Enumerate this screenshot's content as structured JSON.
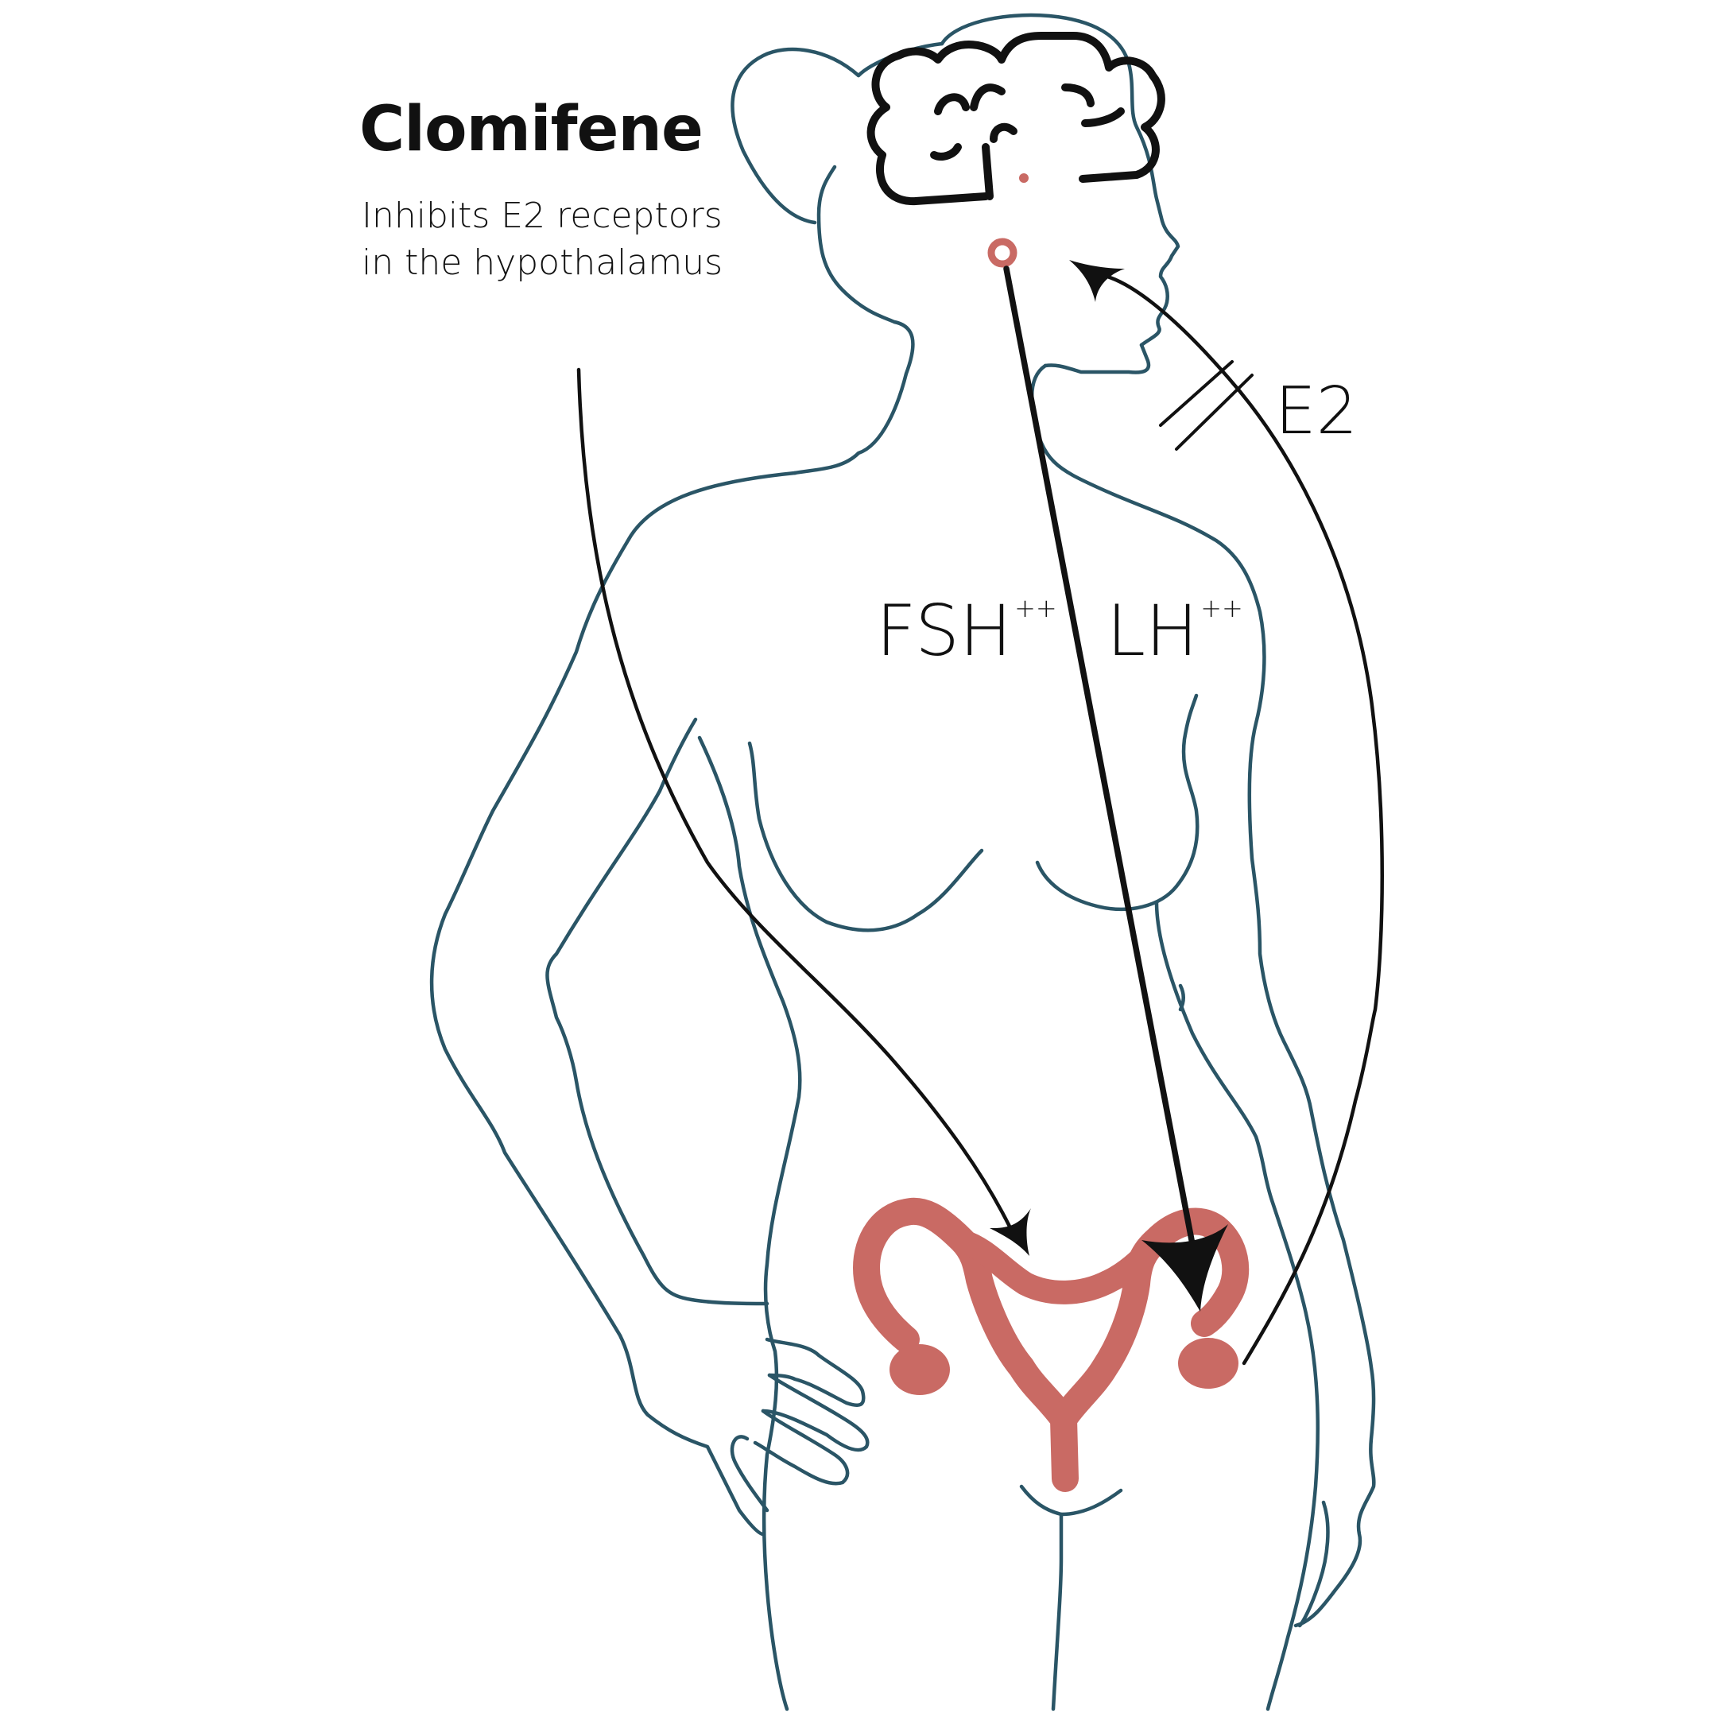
{
  "title": "Clomifene",
  "subtitle_line1": "Inhibits E2 receptors",
  "subtitle_line2": "in the hypothalamus",
  "e2_label": "E2",
  "fsh_label": "FSH",
  "fsh_sup": "++",
  "lh_label": "LH",
  "lh_sup": "++",
  "colors": {
    "body_outline": "#2a5566",
    "arrows": "#111111",
    "organ": "#c96a64",
    "brain": "#111111"
  },
  "icons": [
    "brain-icon",
    "uterus-icon",
    "hypothalamus-receptor-icon"
  ]
}
